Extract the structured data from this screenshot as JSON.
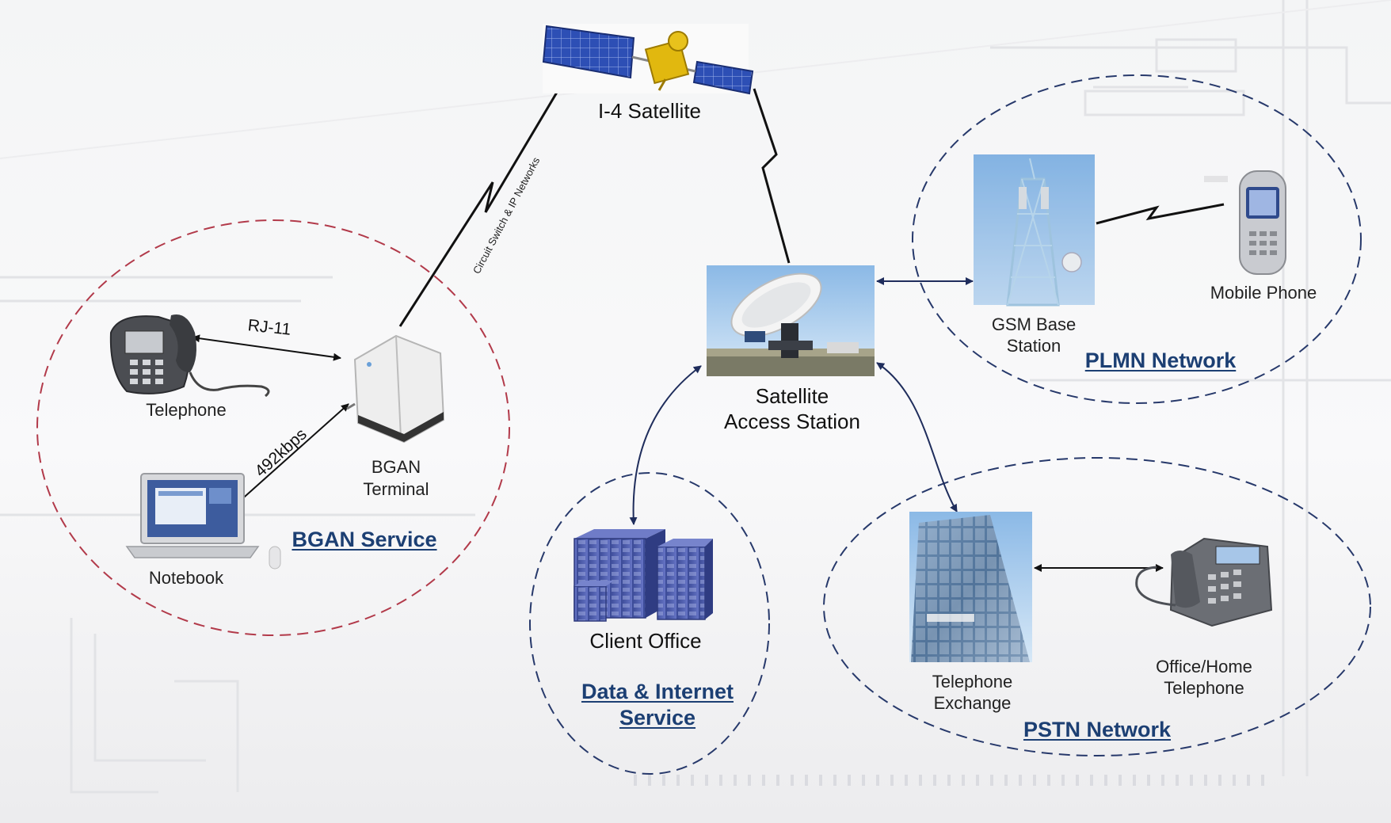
{
  "satellite": {
    "label": "I-4 Satellite"
  },
  "links": {
    "rj11": "RJ-11",
    "rate": "492kbps",
    "uplink": "Circuit Switch & IP Networks"
  },
  "bgan_group": {
    "telephone": "Telephone",
    "notebook": "Notebook",
    "terminal_line1": "BGAN",
    "terminal_line2": "Terminal",
    "service": "BGAN Service"
  },
  "access_station": {
    "line1": "Satellite",
    "line2": "Access Station"
  },
  "plmn_group": {
    "base_line1": "GSM Base",
    "base_line2": "Station",
    "mobile": "Mobile Phone",
    "network": "PLMN Network"
  },
  "data_group": {
    "office": "Client Office",
    "service_line1": "Data & Internet",
    "service_line2": "Service"
  },
  "pstn_group": {
    "exchange_line1": "Telephone",
    "exchange_line2": "Exchange",
    "phone_line1": "Office/Home",
    "phone_line2": "Telephone",
    "network": "PSTN Network"
  },
  "colors": {
    "bgan_ring": "#b23a4a",
    "network_ring": "#27396b",
    "network_text": "#1c3f73",
    "arrow": "#1f2d5c",
    "solar_panel": "#2d4fb5",
    "satellite_body": "#e1b80f",
    "building": "#4a59a8"
  },
  "icons": [
    "satellite-icon",
    "telephone-icon",
    "notebook-icon",
    "bgan-terminal-icon",
    "dish-icon",
    "gsm-tower-icon",
    "mobile-phone-icon",
    "office-building-icon",
    "exchange-building-icon",
    "office-phone-icon"
  ]
}
